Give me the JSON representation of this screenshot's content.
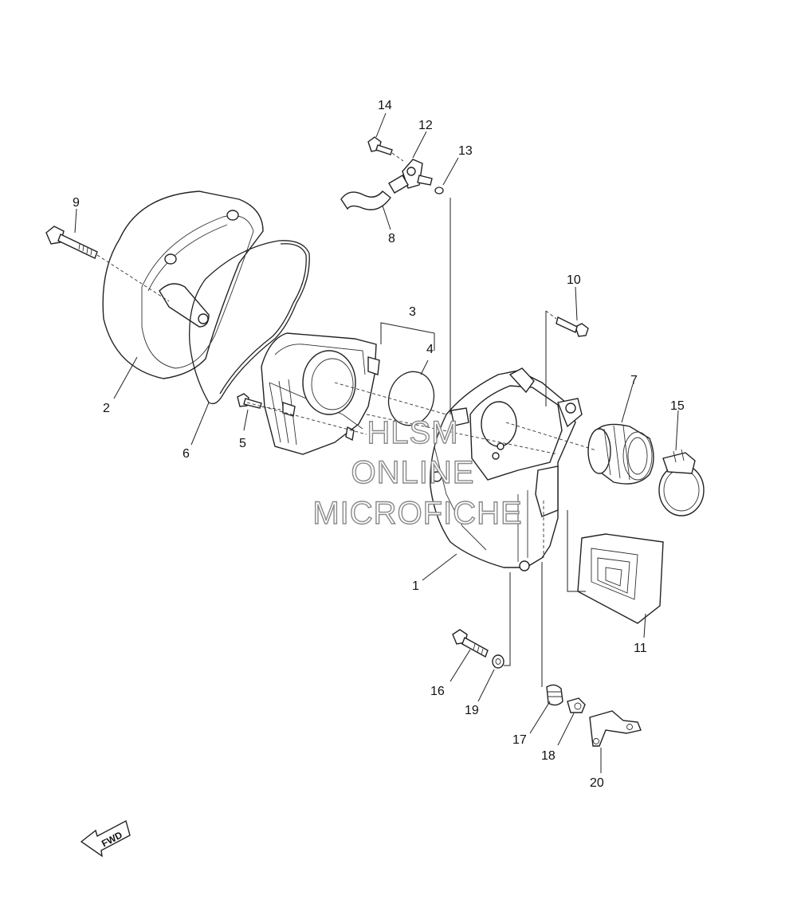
{
  "part_labels": {
    "p1": "1",
    "p2": "2",
    "p3": "3",
    "p4": "4",
    "p5": "5",
    "p6": "6",
    "p7": "7",
    "p8": "8",
    "p9": "9",
    "p10": "10",
    "p11": "11",
    "p12": "12",
    "p13": "13",
    "p14": "14",
    "p15": "15",
    "p16": "16",
    "p17": "17",
    "p18": "18",
    "p19": "19",
    "p20": "20"
  },
  "watermark": {
    "line1": "HLSM",
    "line2": "ONLINE",
    "line3": "MICROFICHE"
  },
  "fwd_arrow": {
    "label": "FWD"
  }
}
